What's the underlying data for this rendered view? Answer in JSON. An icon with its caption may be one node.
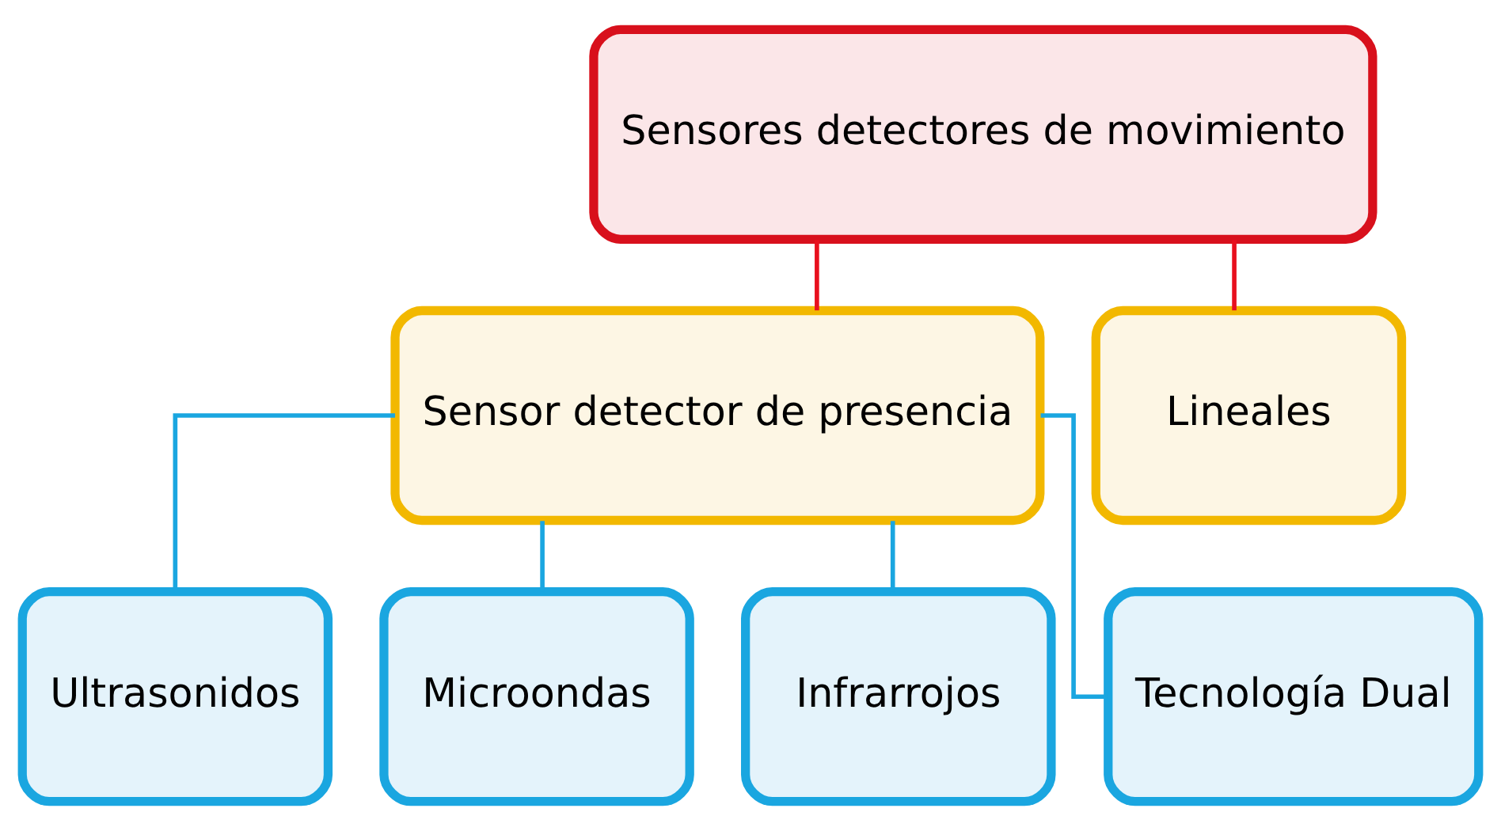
{
  "diagram": {
    "nodes": [
      {
        "text": [
          "Sensores detectores de movimiento"
        ]
      },
      {
        "text": [
          "Sensor detector de presencia"
        ]
      },
      {
        "text": [
          "Lineales"
        ]
      },
      {
        "text": [
          "Ultrasonidos"
        ]
      },
      {
        "text": [
          "Microondas"
        ]
      },
      {
        "text": [
          "Infrarrojos"
        ]
      },
      {
        "text": [
          "Tecnología Dual"
        ]
      }
    ],
    "edges": [
      {
        "from": 0,
        "to": 1,
        "arrow": "none",
        "color": "#e8101e"
      },
      {
        "from": 0,
        "to": 2,
        "arrow": "none",
        "color": "#e8101e"
      },
      {
        "from": 1,
        "to": 3,
        "arrow": "none"
      },
      {
        "from": 1,
        "to": 4,
        "arrow": "none"
      },
      {
        "from": 1,
        "to": 5,
        "arrow": "none"
      },
      {
        "from": 1,
        "to": 6,
        "arrow": "none"
      }
    ]
  }
}
